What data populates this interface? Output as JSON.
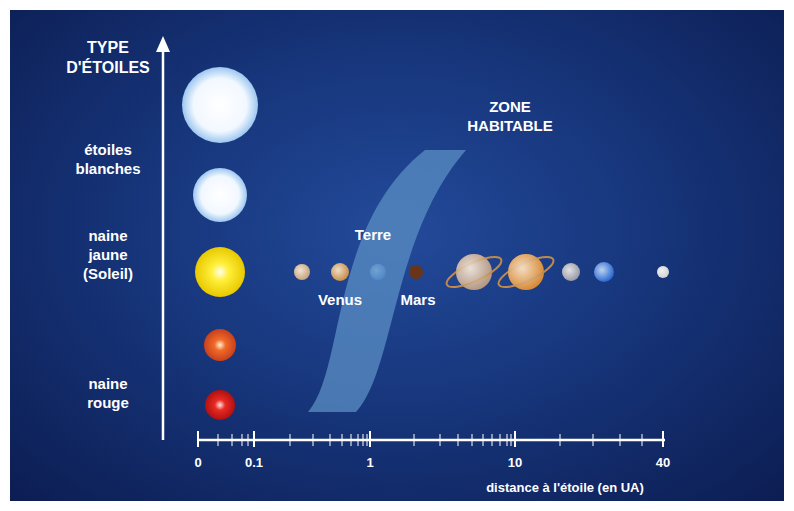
{
  "diagram": {
    "nodes": [
      {
        "text": [
          "ZONE HABITABLE"
        ]
      }
    ],
    "labels": [
      "TYPE D'ÉTOILES",
      "étoiles blanches",
      "naine jaune (Soleil)",
      "naine rouge",
      "Terre",
      "Venus",
      "Mars",
      "0",
      "0.1",
      "1",
      "10",
      "40",
      "distance à l'étoile (en UA)"
    ]
  }
}
